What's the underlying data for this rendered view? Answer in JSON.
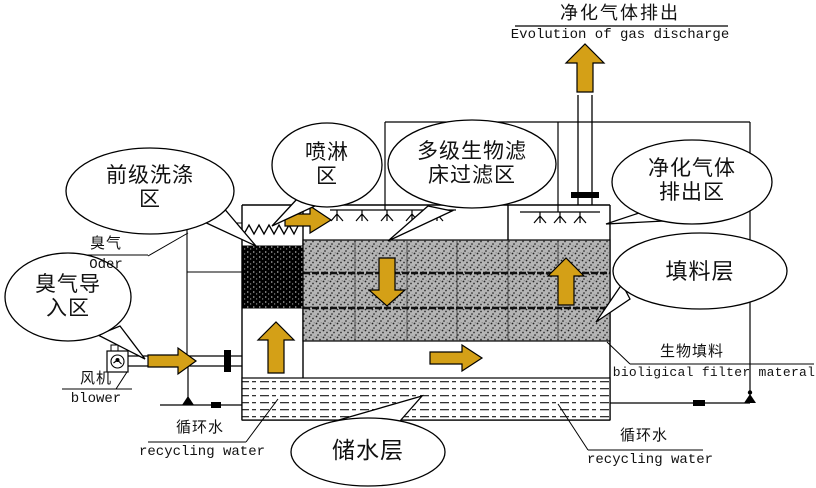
{
  "colors": {
    "arrow_fill": "#D4A017",
    "line": "#000000",
    "bed_fill": "#b5b5b5",
    "background": "#ffffff"
  },
  "discharge_header": {
    "zh": "净化气体排出",
    "en": "Evolution of gas discharge"
  },
  "callouts": {
    "pre_wash": {
      "line1": "前级洗涤",
      "line2": "区"
    },
    "spray": {
      "line1": "喷淋",
      "line2": "区"
    },
    "bed_zone": {
      "line1": "多级生物滤",
      "line2": "床过滤区"
    },
    "gas_outlet": {
      "line1": "净化气体",
      "line2": "排出区"
    },
    "packing": {
      "text": "填料层"
    },
    "odor_inlet": {
      "line1": "臭气导",
      "line2": "入区"
    },
    "water_storage": {
      "text": "储水层"
    }
  },
  "labels": {
    "odor": {
      "zh": "臭气",
      "en": "Oder"
    },
    "blower": {
      "zh": "风机",
      "en": "blower"
    },
    "recycling_water_left": {
      "zh": "循环水",
      "en": "recycling water"
    },
    "recycling_water_right": {
      "zh": "循环水",
      "en": "recycling water"
    },
    "bio_media": {
      "zh": "生物填料",
      "en": "bioligical filter materal"
    }
  },
  "icons": {
    "flow_arrows": [
      "odor-inlet-arrow",
      "washing-up-arrow",
      "crossover-right-arrow",
      "bed-down-arrow",
      "channel-right-arrow",
      "bed-up-arrow",
      "discharge-up-arrow"
    ],
    "blower_icon": "fan-in-box",
    "spray_nozzle_icon": "three-leg-sprinkler",
    "washing_spray_icon": "zigzag-spray"
  }
}
